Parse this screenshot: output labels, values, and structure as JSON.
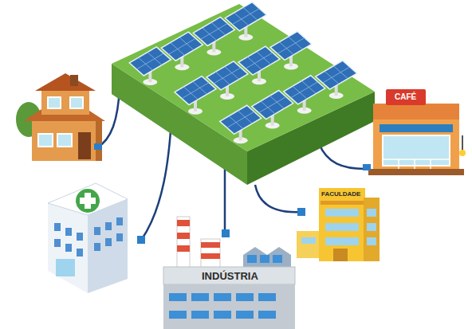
{
  "diagram": {
    "labels": [
      "CAFÉ",
      "FACULDADE",
      "INDÚSTRIA"
    ]
  }
}
